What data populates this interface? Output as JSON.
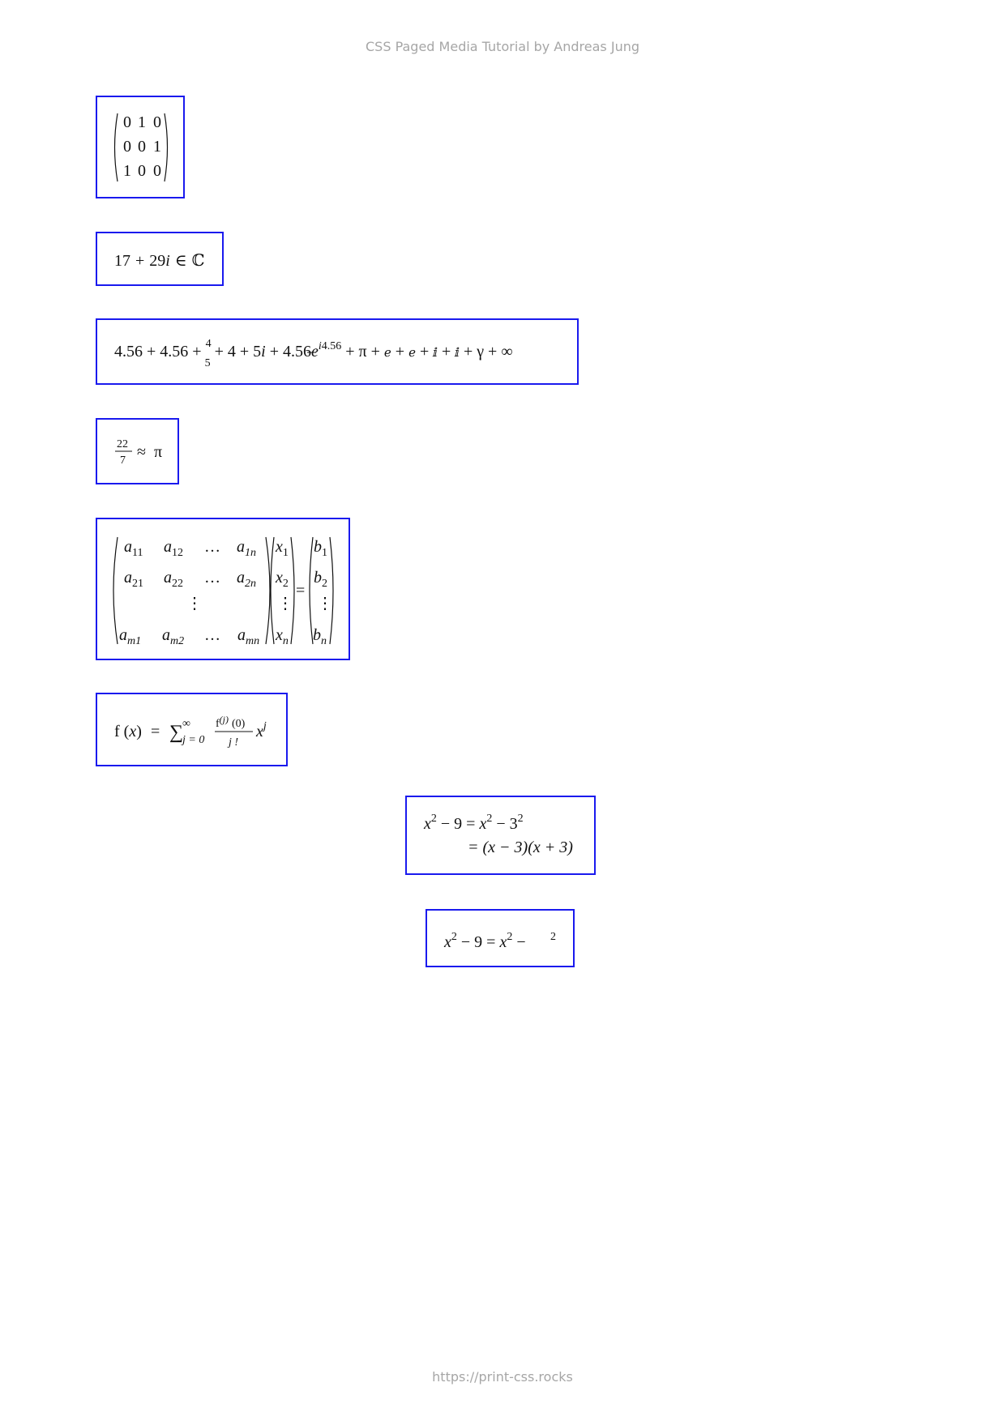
{
  "header": {
    "title": "CSS Paged Media Tutorial by Andreas Jung"
  },
  "footer": {
    "url": "https://print-css.rocks"
  },
  "formulas": {
    "permutation_matrix": {
      "rows": [
        [
          "0",
          "1",
          "0"
        ],
        [
          "0",
          "0",
          "1"
        ],
        [
          "1",
          "0",
          "0"
        ]
      ]
    },
    "complex_number": {
      "real": "17",
      "plus": "+",
      "imag_coef": "29",
      "imag_unit": "i",
      "element_of": "∈",
      "set": "ℂ"
    },
    "number_sum": {
      "part1": "4.56 + 4.56 + ",
      "frac_num": "4",
      "frac_den": "5",
      "part2": " + 4 + 5",
      "i_unit": "i",
      "part3": " + 4.56",
      "e_base": "e",
      "exp_i": "i",
      "exp_val": "4.56",
      "part4": " + π + ",
      "e1": "ℯ",
      "plus_a": " + ",
      "e2": "ℯ",
      "plus_b": " + ",
      "i1": "ⅈ",
      "plus_c": " + ",
      "i2": "ⅈ",
      "part5": " + γ + ∞"
    },
    "pi_approx": {
      "num": "22",
      "den": "7",
      "relation": "≈",
      "symbol": "π"
    },
    "linear_system": {
      "matrix": [
        [
          {
            "v": "a",
            "s": "11"
          },
          {
            "v": "a",
            "s": "12"
          },
          {
            "v": "…",
            "s": ""
          },
          {
            "v": "a",
            "s": "1n"
          }
        ],
        [
          {
            "v": "a",
            "s": "21"
          },
          {
            "v": "a",
            "s": "22"
          },
          {
            "v": "…",
            "s": ""
          },
          {
            "v": "a",
            "s": "2n"
          }
        ],
        [
          {
            "v": "",
            "s": ""
          },
          {
            "v": "⋮",
            "s": ""
          },
          {
            "v": "",
            "s": ""
          },
          {
            "v": "",
            "s": ""
          }
        ],
        [
          {
            "v": "a",
            "s": "m1"
          },
          {
            "v": "a",
            "s": "m2"
          },
          {
            "v": "…",
            "s": ""
          },
          {
            "v": "a",
            "s": "mn"
          }
        ]
      ],
      "x_vector": [
        {
          "v": "x",
          "s": "1"
        },
        {
          "v": "x",
          "s": "2"
        },
        {
          "v": "⋮",
          "s": ""
        },
        {
          "v": "x",
          "s": "n"
        }
      ],
      "equals": "=",
      "b_vector": [
        {
          "v": "b",
          "s": "1"
        },
        {
          "v": "b",
          "s": "2"
        },
        {
          "v": "⋮",
          "s": ""
        },
        {
          "v": "b",
          "s": "n"
        }
      ]
    },
    "taylor_series": {
      "f": "f",
      "open": " (",
      "x": "x",
      "close": ")",
      "equals": "=",
      "sum": "∑",
      "sum_upper": "∞",
      "sum_lower": "j = 0",
      "num_f": "f",
      "num_sup": "(j)",
      "num_arg": "(0)",
      "den": "j !",
      "xvar": "x",
      "xexp": "j"
    },
    "factoring": {
      "line1": {
        "x": "x",
        "sq": "2",
        "mid": " − 9 = ",
        "x2": "x",
        "sq2": "2",
        "tail": " − 3",
        "sq3": "2"
      },
      "line2": "= (x − 3)(x + 3)"
    },
    "factoring_partial": {
      "x": "x",
      "sq": "2",
      "mid": " − 9 = ",
      "x2": "x",
      "sq2": "2",
      "tail": " −",
      "sq3": "2"
    }
  }
}
